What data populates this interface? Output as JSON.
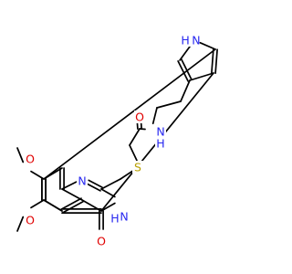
{
  "colors": {
    "bond": "#000000",
    "O": "#e00000",
    "N": "#2828f0",
    "S": "#b8a000",
    "C": "#000000"
  },
  "atoms": [
    {
      "id": "N_indole",
      "label": "H N",
      "element": "N"
    },
    {
      "id": "N_amide",
      "label": "N",
      "element": "N"
    },
    {
      "id": "H_amide",
      "label": "H",
      "element": "N"
    },
    {
      "id": "O_amide",
      "label": "O",
      "element": "O"
    },
    {
      "id": "S_thio",
      "label": "S",
      "element": "S"
    },
    {
      "id": "N_quin1",
      "label": "N",
      "element": "N"
    },
    {
      "id": "N_quin3",
      "label": "N",
      "element": "N"
    },
    {
      "id": "H_quin3",
      "label": "H",
      "element": "N"
    },
    {
      "id": "O_carbonyl",
      "label": "O",
      "element": "O"
    },
    {
      "id": "O_methoxy7",
      "label": "O",
      "element": "O"
    },
    {
      "id": "O_methoxy6",
      "label": "O",
      "element": "O"
    }
  ]
}
